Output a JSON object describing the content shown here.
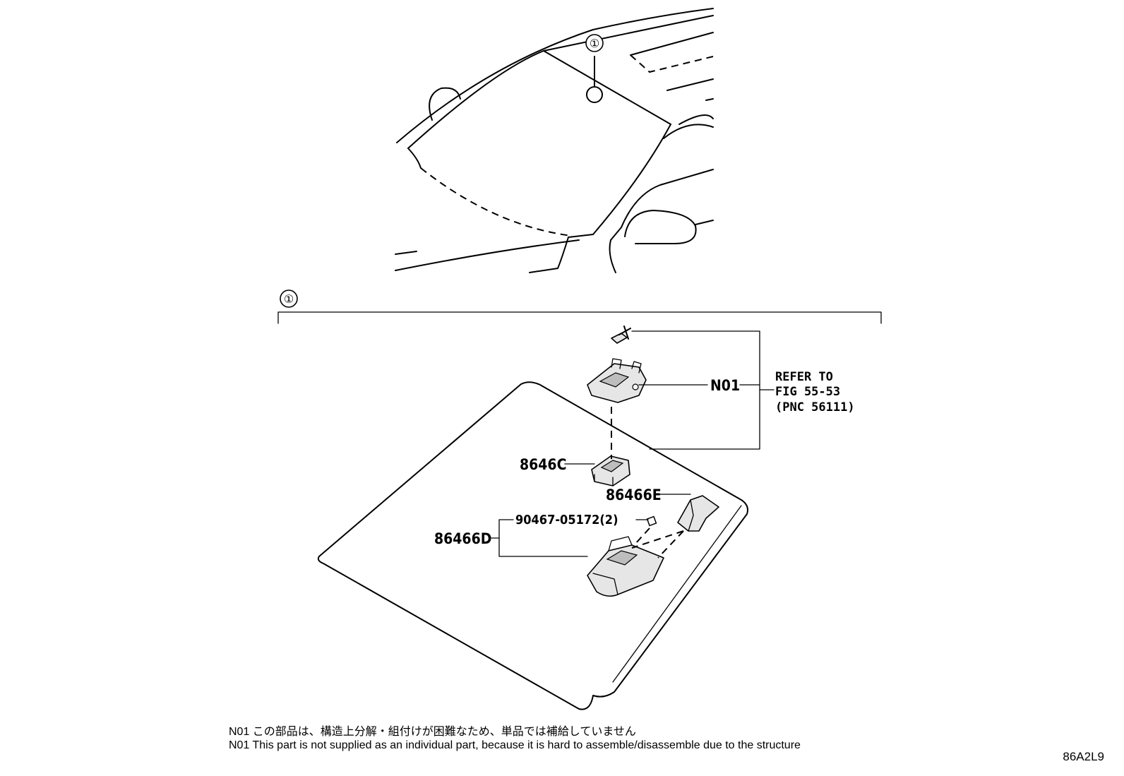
{
  "callouts": {
    "top_ref": "①",
    "bracket_ref": "①"
  },
  "labels": {
    "n01": "N01",
    "c8646": "8646C",
    "e86466": "86466E",
    "d86466": "86466D",
    "screw": "90467-05172(2)"
  },
  "refer": {
    "line1": "REFER TO",
    "line2": "FIG 55-53",
    "line3": "(PNC 56111)"
  },
  "notes": {
    "jp": "N01 この部品は、構造上分解・組付けが困難なため、単品では補給していません",
    "en": "N01 This part is not supplied as an individual part, because it is hard to assemble/disassemble due to the structure"
  },
  "diagram_code": "86A2L9"
}
